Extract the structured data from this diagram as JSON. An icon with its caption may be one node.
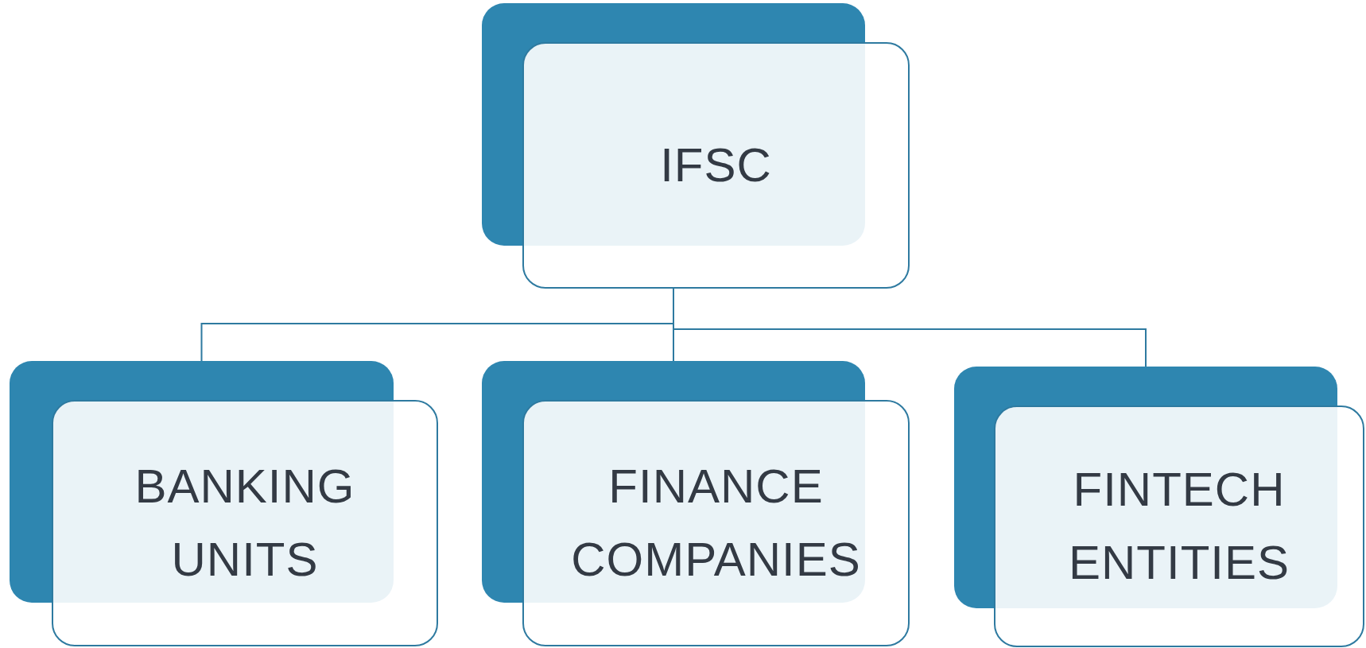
{
  "diagram": {
    "nodes": [
      {
        "text": [
          "IFSC"
        ]
      },
      {
        "text": [
          "BANKING UNITS"
        ]
      },
      {
        "text": [
          "FINANCE COMPANIES"
        ]
      },
      {
        "text": [
          "FINTECH ENTITIES"
        ]
      }
    ],
    "edges": [
      {
        "from": 0,
        "to": 1,
        "arrow": "none"
      },
      {
        "from": 0,
        "to": 2,
        "arrow": "none"
      },
      {
        "from": 0,
        "to": 3,
        "arrow": "none"
      }
    ]
  }
}
